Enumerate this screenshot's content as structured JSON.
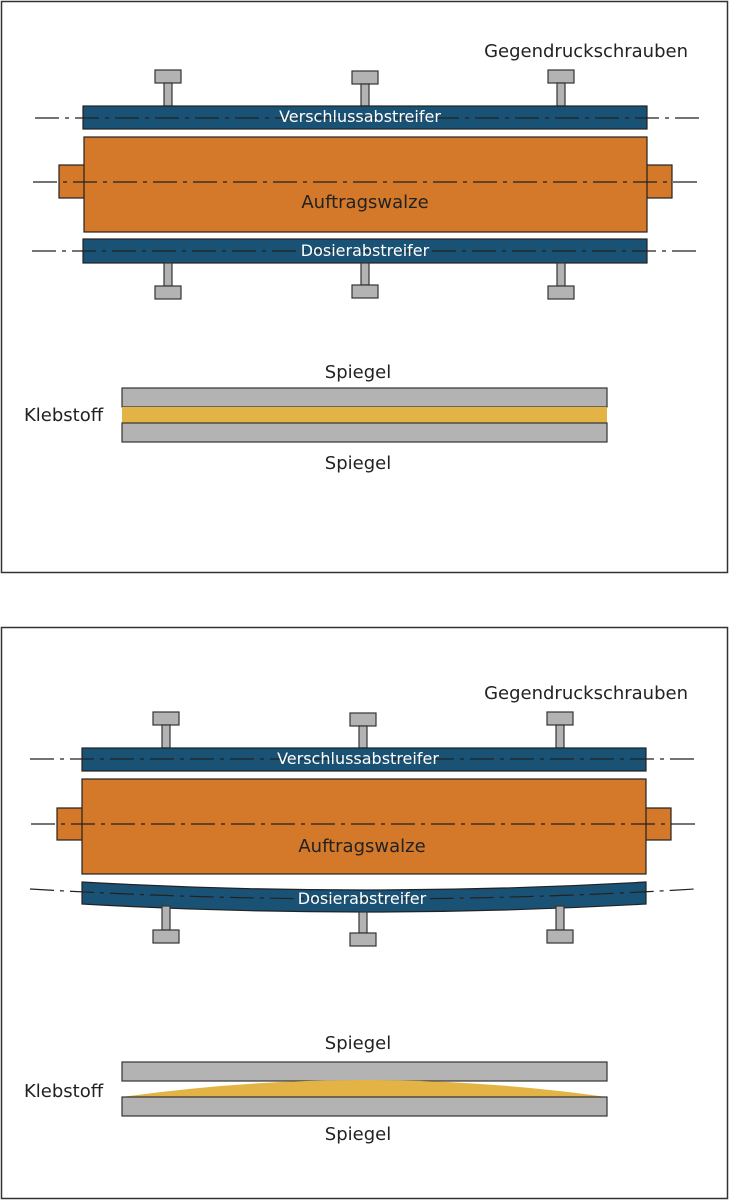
{
  "panels": [
    {
      "screws_label": "Gegendruckschrauben",
      "closing_blade_label": "Verschlussabstreifer",
      "roller_label": "Auftragswalze",
      "metering_blade_label": "Dosierabstreifer",
      "mirror_top_label": "Spiegel",
      "adhesive_label": "Klebstoff",
      "mirror_bottom_label": "Spiegel"
    },
    {
      "screws_label": "Gegendruckschrauben",
      "closing_blade_label": "Verschlussabstreifer",
      "roller_label": "Auftragswalze",
      "metering_blade_label": "Dosierabstreifer",
      "mirror_top_label": "Spiegel",
      "adhesive_label": "Klebstoff",
      "mirror_bottom_label": "Spiegel"
    }
  ],
  "colors": {
    "blade": "#1a5276",
    "roller": "#d4782a",
    "screw": "#b3b3b3",
    "mirror": "#b3b3b3",
    "adhesive": "#e3b445",
    "outline": "#222222",
    "frame": "#333333"
  }
}
